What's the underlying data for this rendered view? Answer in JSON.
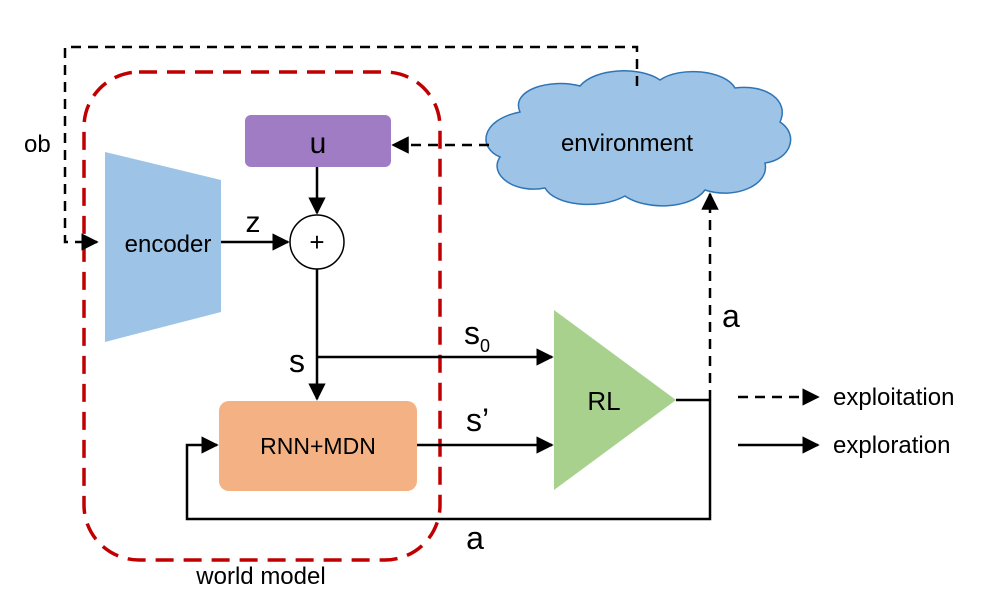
{
  "labels": {
    "ob": "ob",
    "encoder": "encoder",
    "z": "z",
    "plus": "+",
    "u": "u",
    "environment": "environment",
    "s": "s",
    "s0_base": "s",
    "s0_sub": "0",
    "s_prime": "s’",
    "rnn_mdn": "RNN+MDN",
    "rl": "RL",
    "a_top": "a",
    "a_bottom": "a",
    "world_model": "world model"
  },
  "legend": {
    "exploitation": "exploitation",
    "exploration": "exploration"
  },
  "colors": {
    "encoder": "#9dc3e6",
    "u_box": "#a07cc4",
    "environment": "#9dc3e6",
    "rnn_mdn": "#f4b183",
    "rl": "#a9d18e",
    "world_model_border": "#c00000"
  }
}
